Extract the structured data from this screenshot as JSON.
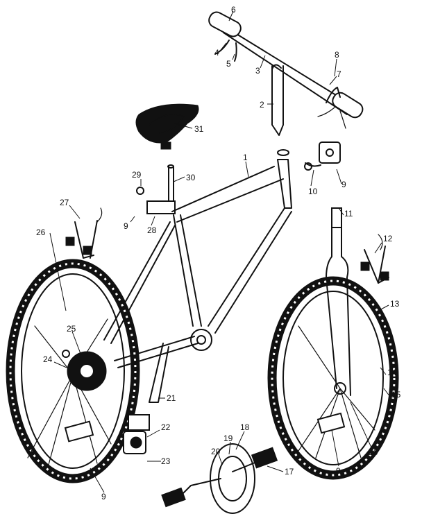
{
  "callouts": {
    "c1": "1",
    "c2": "2",
    "c3": "3",
    "c4": "4",
    "c5": "5",
    "c6": "6",
    "c7": "7",
    "c8": "8",
    "c9a": "9",
    "c9b": "9",
    "c9c": "9",
    "c9d": "9",
    "c10": "10",
    "c11": "11",
    "c12": "12",
    "c13": "13",
    "c14": "14",
    "c15": "15",
    "c16": "16",
    "c17": "17",
    "c18": "18",
    "c19": "19",
    "c20": "20",
    "c21": "21",
    "c22": "22",
    "c23": "23",
    "c24": "24",
    "c25": "25",
    "c26": "26",
    "c27": "27",
    "c28": "28",
    "c29": "29",
    "c30": "30",
    "c31": "31"
  },
  "colors": {
    "ink": "#111111",
    "paper": "#ffffff"
  }
}
